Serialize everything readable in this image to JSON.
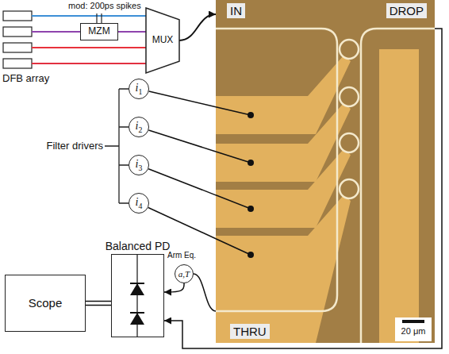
{
  "diagram": {
    "nodes": [
      {
        "text": [
          "MZM"
        ]
      },
      {
        "text": [
          "MUX"
        ]
      },
      {
        "text": [
          "IN",
          "DROP",
          "THRU"
        ]
      },
      {
        "text": [
          "i1"
        ]
      },
      {
        "text": [
          "i2"
        ]
      },
      {
        "text": [
          "i3"
        ]
      },
      {
        "text": [
          "i4"
        ]
      },
      {
        "text": [
          "Balanced PD"
        ]
      },
      {
        "text": [
          "a,T"
        ]
      },
      {
        "text": [
          "Scope"
        ]
      }
    ],
    "edges": [
      {
        "from": 0,
        "to": 1,
        "arrow": "none"
      },
      {
        "from": 1,
        "to": 2,
        "arrow": "to"
      },
      {
        "from": 3,
        "to": 2,
        "arrow": "none"
      },
      {
        "from": 4,
        "to": 2,
        "arrow": "none"
      },
      {
        "from": 5,
        "to": 2,
        "arrow": "none"
      },
      {
        "from": 6,
        "to": 2,
        "arrow": "none"
      },
      {
        "from": 2,
        "to": 8,
        "arrow": "none"
      },
      {
        "from": 8,
        "to": 7,
        "arrow": "to"
      },
      {
        "from": 2,
        "to": 7,
        "arrow": "to"
      },
      {
        "from": 9,
        "to": 7,
        "arrow": "none"
      }
    ],
    "labels": [
      "mod: 200ps spikes",
      "DFB array",
      "Filter drivers",
      "Arm Eq.",
      "20 μm"
    ]
  }
}
